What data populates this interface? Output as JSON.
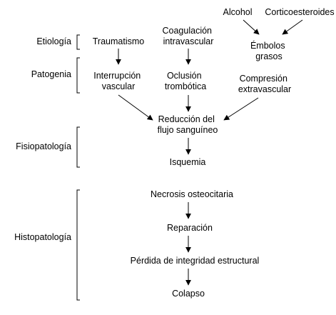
{
  "stages": {
    "etiologia": "Etiología",
    "patogenia": "Patogenia",
    "fisiopatologia": "Fisiopatología",
    "histopatologia": "Histopatología"
  },
  "nodes": {
    "alcohol": "Alcohol",
    "corticoesteroides": "Corticoesteroides",
    "embolos": [
      "Émbolos",
      "grasos"
    ],
    "traumatismo": "Traumatismo",
    "coagulacion": [
      "Coagulación",
      "intravascular"
    ],
    "interrupcion": [
      "Interrupción",
      "vascular"
    ],
    "oclusion": [
      "Oclusión",
      "trombótica"
    ],
    "compresion": [
      "Compresión",
      "extravascular"
    ],
    "reduccion": [
      "Reducción del",
      "flujo sanguíneo"
    ],
    "isquemia": "Isquemia",
    "necrosis": "Necrosis osteocitaria",
    "reparacion": "Reparación",
    "perdida": "Pérdida de integridad estructural",
    "colapso": "Colapso"
  }
}
